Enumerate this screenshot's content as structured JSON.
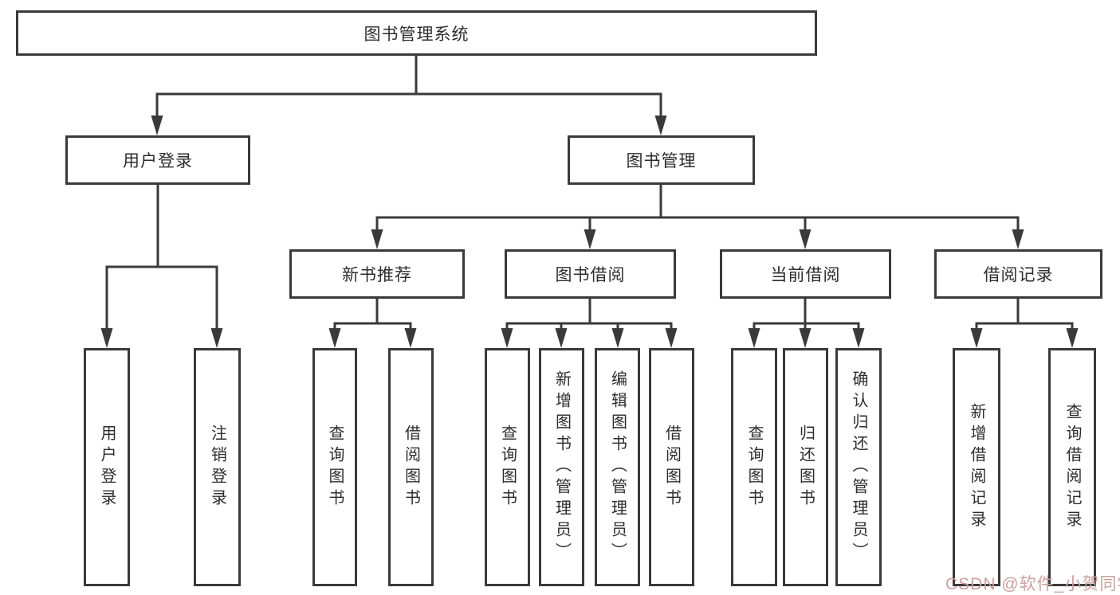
{
  "diagram": {
    "title": "图书管理系统",
    "branches": [
      {
        "label": "用户登录",
        "children": [
          {
            "label": "用户登录"
          },
          {
            "label": "注销登录"
          }
        ]
      },
      {
        "label": "图书管理",
        "children": [
          {
            "label": "新书推荐",
            "children": [
              {
                "label": "查询图书"
              },
              {
                "label": "借阅图书"
              }
            ]
          },
          {
            "label": "图书借阅",
            "children": [
              {
                "label": "查询图书"
              },
              {
                "label": "新增图书（管理员）"
              },
              {
                "label": "编辑图书（管理员）"
              },
              {
                "label": "借阅图书"
              }
            ]
          },
          {
            "label": "当前借阅",
            "children": [
              {
                "label": "查询图书"
              },
              {
                "label": "归还图书"
              },
              {
                "label": "确认归还（管理员）"
              }
            ]
          },
          {
            "label": "借阅记录",
            "children": [
              {
                "label": "新增借阅记录"
              },
              {
                "label": "查询借阅记录"
              }
            ]
          }
        ]
      }
    ]
  },
  "watermark": {
    "text": "CSDN @软件_小贺同学"
  },
  "colors": {
    "line": "#3a3a3a",
    "node_border": "#3a3a3a",
    "node_text": "#2d2d2d",
    "watermark_text": "#cc9f9f",
    "background": "#ffffff"
  }
}
